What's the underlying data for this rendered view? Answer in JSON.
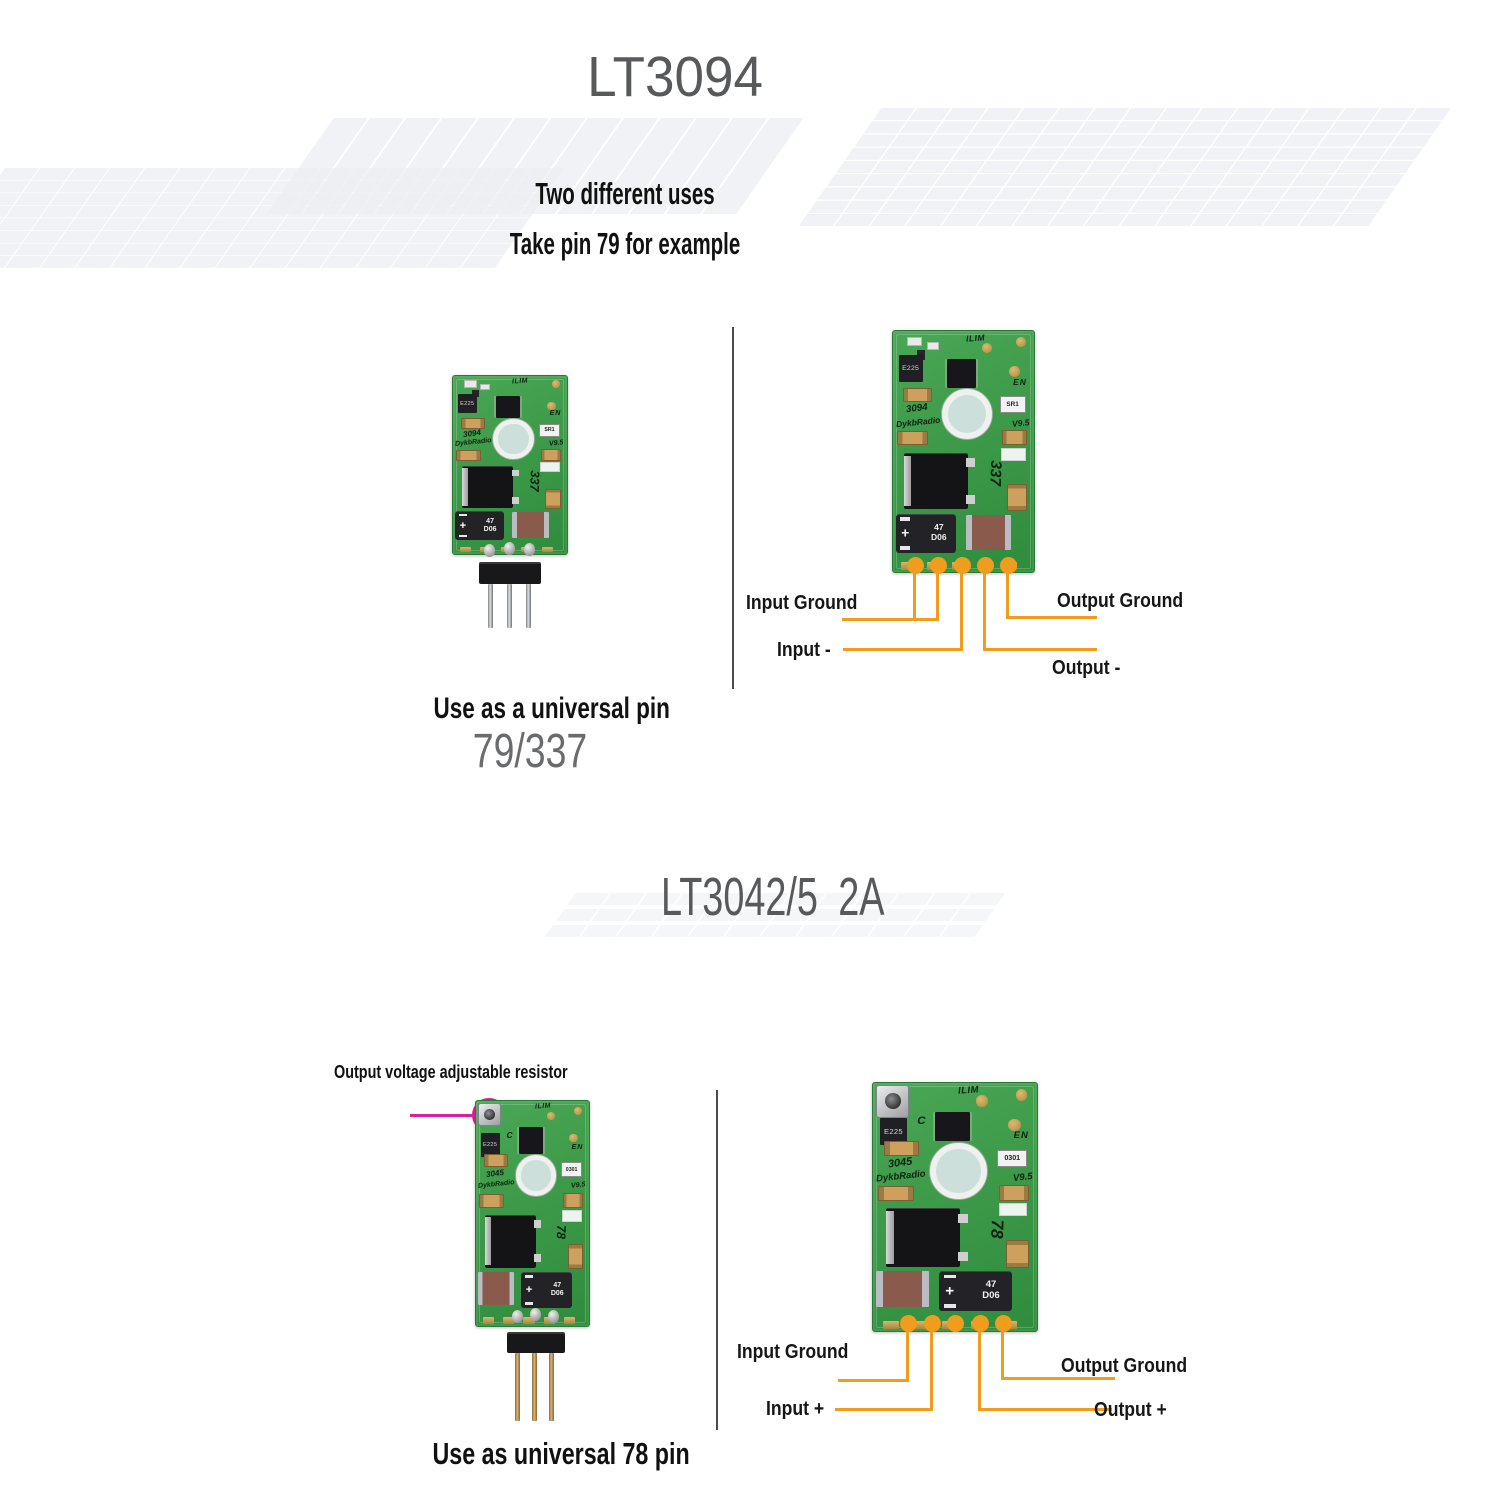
{
  "colors": {
    "annotation_orange": "#F09C1C",
    "annotation_magenta": "#D9219F",
    "pcb_green": "#3C9A49",
    "title_gray": "#58595B"
  },
  "section1": {
    "title": "LT3094",
    "subtitle1": "Two different uses",
    "subtitle2": "Take pin 79 for example",
    "caption_title": "Use as a universal pin",
    "caption_value": "79/337",
    "pin_labels": {
      "input_ground": "Input Ground",
      "input_neg": "Input -",
      "output_ground": "Output Ground",
      "output_neg": "Output -"
    }
  },
  "section2": {
    "title": "LT3042/5 2A",
    "resistor_note": "Output voltage adjustable resistor",
    "caption": "Use as universal 78 pin",
    "pin_labels": {
      "input_ground": "Input Ground",
      "input_pos": "Input +",
      "output_ground": "Output Ground",
      "output_pos": "Output +"
    }
  },
  "boards": {
    "lt3094": {
      "ilim": "ILIM",
      "chip_label": "E225",
      "en": "EN",
      "model": "3094",
      "brand": "DykbRadio",
      "version": "V9.5",
      "part_label": "SR1",
      "pin_code": "337",
      "cap_value": "47",
      "cap_code": "D06"
    },
    "lt3045": {
      "ilim": "ILIM",
      "chip_label": "E225",
      "c_mark": "C",
      "en": "EN",
      "model": "3045",
      "brand": "DykbRadio",
      "version": "V9.5",
      "part_label": "0301",
      "pin_code": "78",
      "cap_value": "47",
      "cap_code": "D06"
    }
  }
}
